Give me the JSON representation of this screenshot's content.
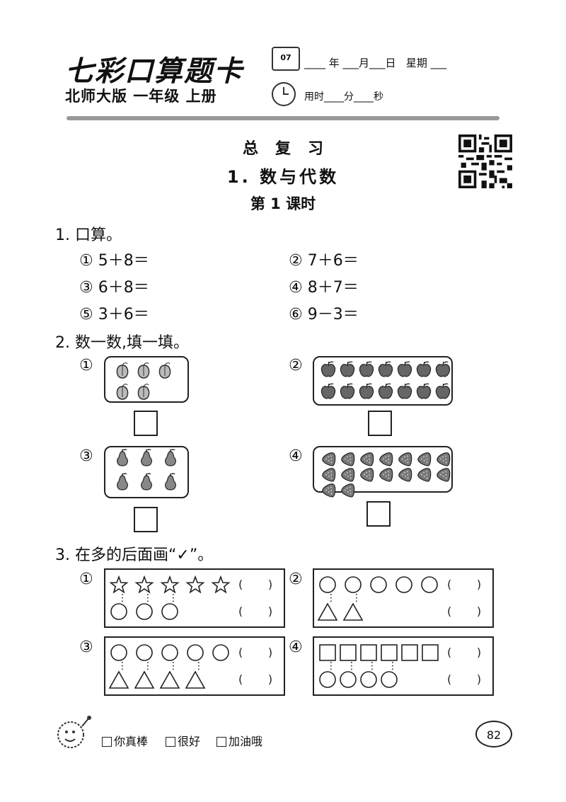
{
  "header": {
    "brand": "七彩口算题卡",
    "edition": "北师大版  一年级  上册",
    "calendar_day": "07",
    "date_line": "____ 年 ___月___日   星期 ___",
    "time_line": "用时____分____秒"
  },
  "titles": {
    "section": "总复习",
    "topic": "1. 数与代数",
    "lesson": "第 1 课时"
  },
  "q1": {
    "heading": "1. 口算。",
    "items": [
      {
        "label": "① 5＋8＝"
      },
      {
        "label": "② 7＋6＝"
      },
      {
        "label": "③ 6＋8＝"
      },
      {
        "label": "④ 8＋7＝"
      },
      {
        "label": "⑤ 3＋6＝"
      },
      {
        "label": "⑥ 9－3＝"
      }
    ]
  },
  "q2": {
    "heading": "2. 数一数,填一填。",
    "groups": [
      {
        "num": "①",
        "fruit": "peach-icon",
        "count": 5
      },
      {
        "num": "②",
        "fruit": "apple-icon",
        "count": 14
      },
      {
        "num": "③",
        "fruit": "pear-icon",
        "count": 6
      },
      {
        "num": "④",
        "fruit": "strawberry-icon",
        "count": 16
      }
    ]
  },
  "q3": {
    "heading": "3. 在多的后面画“✓”。",
    "groups": [
      {
        "num": "①",
        "top": "star",
        "top_count": 5,
        "bottom": "circle",
        "bottom_count": 3
      },
      {
        "num": "②",
        "top": "circle",
        "top_count": 5,
        "bottom": "triangle",
        "bottom_count": 2
      },
      {
        "num": "③",
        "top": "circle",
        "top_count": 5,
        "bottom": "triangle",
        "bottom_count": 4
      },
      {
        "num": "④",
        "top": "square",
        "top_count": 6,
        "bottom": "circle",
        "bottom_count": 4
      }
    ],
    "paren": "(       )"
  },
  "footer": {
    "options": [
      "你真棒",
      "很好",
      "加油哦"
    ],
    "page_number": "82"
  }
}
